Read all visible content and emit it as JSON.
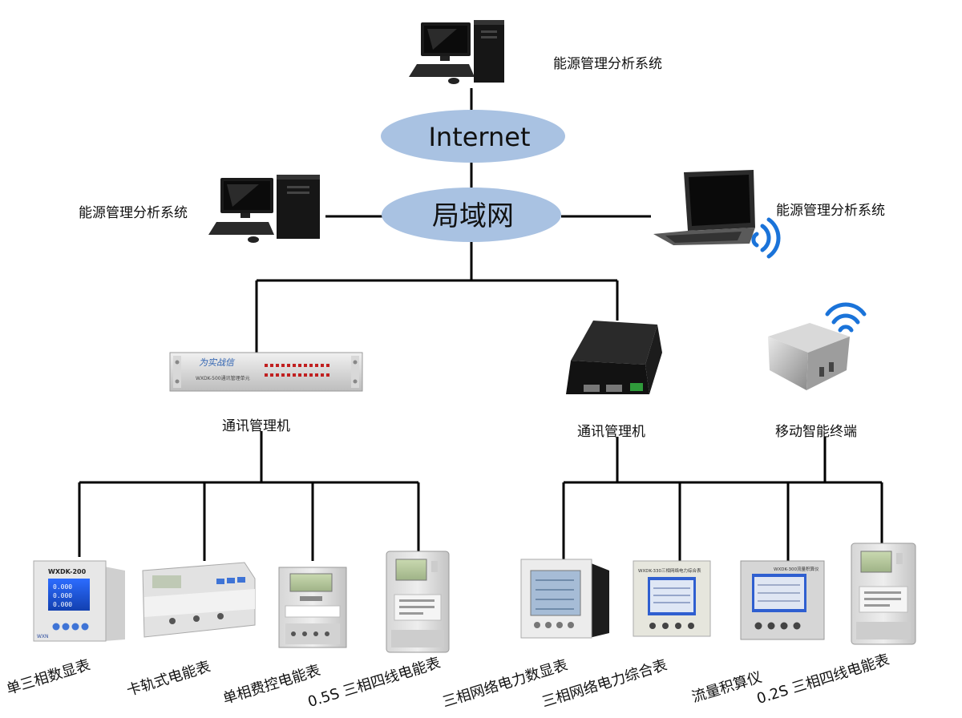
{
  "nodes": {
    "internet": "Internet",
    "lan": "局域网",
    "pc_top_label": "能源管理分析系统",
    "pc_left_label": "能源管理分析系统",
    "laptop_label": "能源管理分析系统",
    "comm_left_label": "通讯管理机",
    "comm_right_label": "通讯管理机",
    "mobile_label": "移动智能终端",
    "rack_brand": "为实战信",
    "rack_model": "WXDK-500通讯管理单元"
  },
  "devices": [
    {
      "label": "单三相数显表",
      "screen_text": "WXDK-200",
      "brand": "WXN"
    },
    {
      "label": "卡轨式电能表"
    },
    {
      "label": "单相费控电能表"
    },
    {
      "label": "0.5S 三相四线电能表"
    },
    {
      "label": "三相网络电力数显表"
    },
    {
      "label": "三相网络电力综合表",
      "screen_text": "WXDK-330三相网络电力综合表"
    },
    {
      "label": "流量积算仪",
      "screen_text": "WXDK-300流量积算仪"
    },
    {
      "label": "0.2S 三相四线电能表"
    }
  ],
  "colors": {
    "ellipse_fill": "#a9c2e2",
    "line": "#000000",
    "wifi": "#1a73d9"
  }
}
